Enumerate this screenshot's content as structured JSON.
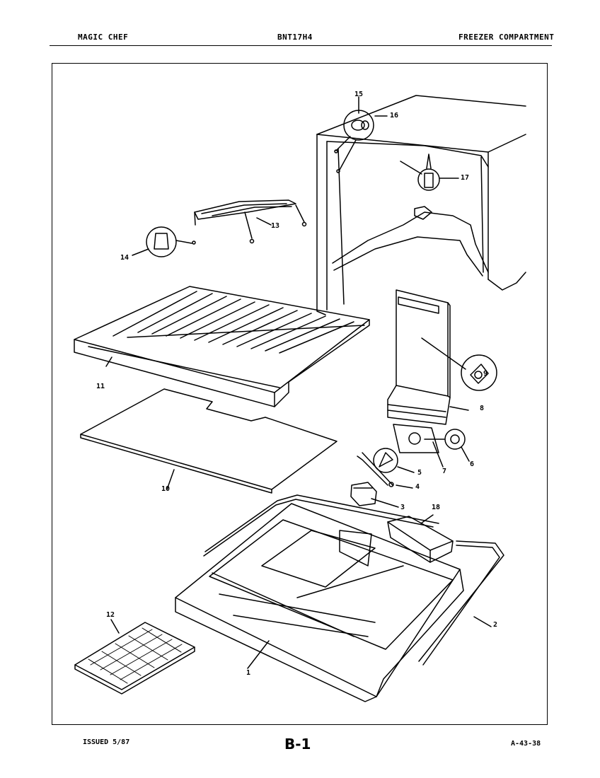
{
  "header": {
    "brand": "MAGIC CHEF",
    "model": "BNT17H4",
    "section": "FREEZER COMPARTMENT"
  },
  "footer": {
    "issued": "ISSUED 5/87",
    "page": "B-1",
    "doc_code": "A-43-38"
  },
  "callouts": [
    "1",
    "2",
    "3",
    "4",
    "5",
    "6",
    "7",
    "8",
    "9",
    "10",
    "11",
    "12",
    "13",
    "14",
    "15",
    "16",
    "17",
    "18"
  ]
}
